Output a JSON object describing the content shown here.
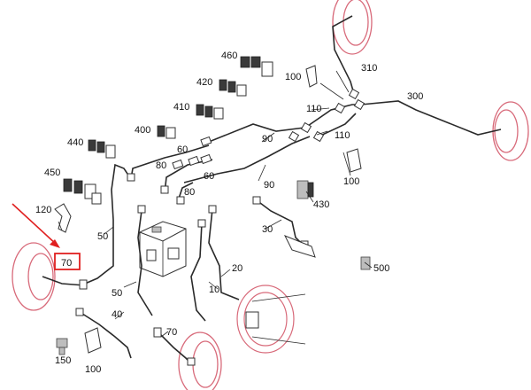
{
  "diagram": {
    "type": "brake-line-exploded-view",
    "highlight": {
      "callout": "70",
      "color": "#e02020"
    },
    "labels": {
      "p460": "460",
      "p420": "420",
      "p410": "410",
      "p400": "400",
      "p440": "440",
      "p450": "450",
      "p120": "120",
      "p70_highlight": "70",
      "p50_left": "50",
      "p50_lower": "50",
      "p40": "40",
      "p150": "150",
      "p100_lower": "100",
      "p70_lower": "70",
      "p10": "10",
      "p20": "20",
      "p30": "30",
      "p430": "430",
      "p500": "500",
      "p90_upper": "90",
      "p90_lower": "90",
      "p80_upper": "80",
      "p80_lower": "80",
      "p60_upper": "60",
      "p60_lower": "60",
      "p110_upper": "110",
      "p110_lower": "110",
      "p100_upper": "100",
      "p100_right": "100",
      "p310": "310",
      "p300": "300"
    },
    "colors": {
      "wheel": "#d86a7a",
      "line": "#2a2a2a",
      "label": "#111111"
    }
  }
}
